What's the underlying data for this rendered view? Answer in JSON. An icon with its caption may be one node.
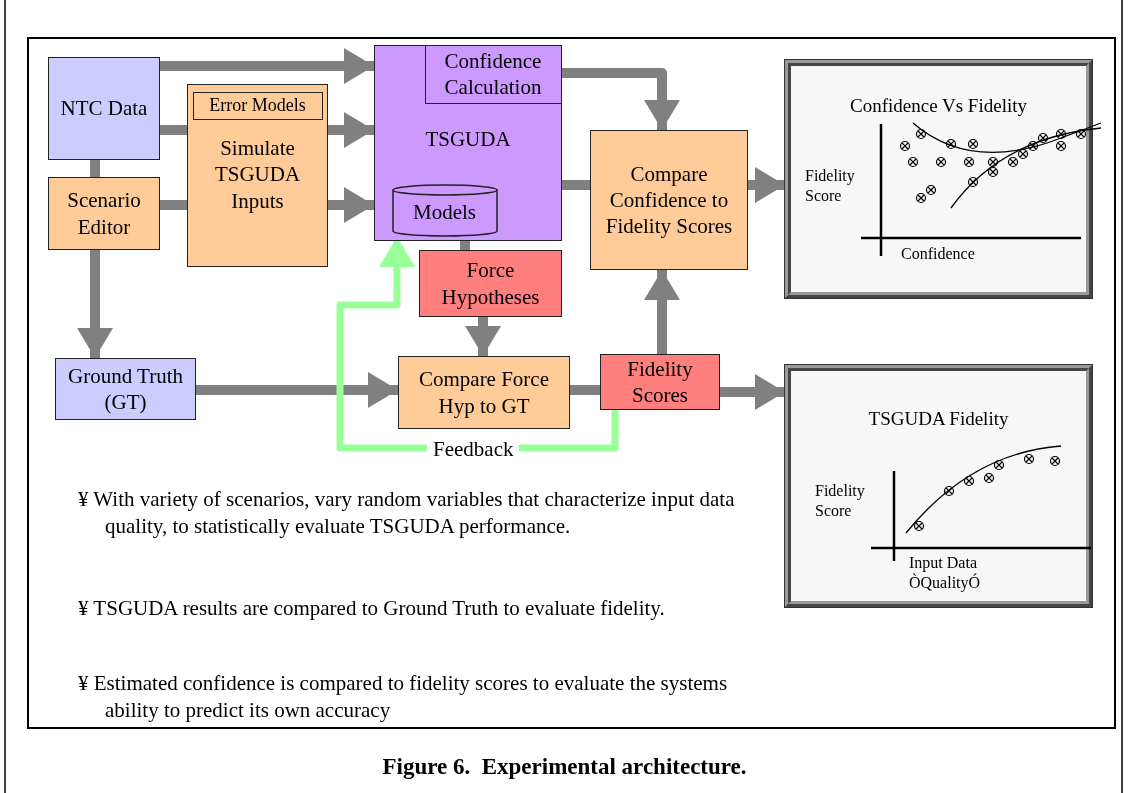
{
  "diagram": {
    "caption": "Figure 6.  Experimental architecture.",
    "nodes": [
      {
        "text": [
          "NTC Data"
        ]
      },
      {
        "text": [
          "Scenario Editor"
        ]
      },
      {
        "text": [
          "Simulate TSGUDA Inputs"
        ]
      },
      {
        "text": [
          "Error Models"
        ],
        "in": 2
      },
      {
        "text": [
          "TSGUDA"
        ]
      },
      {
        "text": [
          "Confidence Calculation"
        ],
        "in": 4
      },
      {
        "text": [
          "Models"
        ],
        "in": 4
      },
      {
        "text": [
          "Force Hypotheses"
        ]
      },
      {
        "text": [
          "Compare Confidence to Fidelity Scores"
        ]
      },
      {
        "text": [
          "Ground Truth (GT)"
        ]
      },
      {
        "text": [
          "Compare Force Hyp to GT"
        ]
      },
      {
        "text": [
          "Fidelity Scores"
        ]
      },
      {
        "text": [
          "Confidence Vs Fidelity",
          "Fidelity Score",
          "Confidence"
        ]
      },
      {
        "text": [
          "TSGUDA Fidelity",
          "Fidelity Score",
          "Input Data ÒQualityÓ"
        ]
      }
    ],
    "edges": [
      {
        "from": 0,
        "to": 4,
        "arrow": "to"
      },
      {
        "from": 0,
        "to": 2,
        "arrow": "none"
      },
      {
        "from": 2,
        "to": 4,
        "arrow": "to"
      },
      {
        "from": 1,
        "to": 2,
        "arrow": "none"
      },
      {
        "from": 2,
        "to": 4,
        "arrow": "to"
      },
      {
        "from": 0,
        "to": 1,
        "arrow": "none"
      },
      {
        "from": 1,
        "to": 9,
        "arrow": "to"
      },
      {
        "from": 5,
        "to": 8,
        "arrow": "to"
      },
      {
        "from": 4,
        "to": 8,
        "arrow": "none"
      },
      {
        "from": 4,
        "to": 7,
        "arrow": "none"
      },
      {
        "from": 7,
        "to": 10,
        "arrow": "to"
      },
      {
        "from": 8,
        "to": 12,
        "arrow": "to"
      },
      {
        "from": 9,
        "to": 10,
        "arrow": "to"
      },
      {
        "from": 10,
        "to": 11,
        "arrow": "none"
      },
      {
        "from": 11,
        "to": 8,
        "arrow": "to"
      },
      {
        "from": 11,
        "to": 13,
        "arrow": "to"
      },
      {
        "from": 11,
        "to": 6,
        "arrow": "to",
        "label": "Feedback",
        "color": "#99ff99"
      }
    ],
    "labels": [
      "¥ With variety of scenarios, vary random variables that characterize input data quality, to statistically evaluate TSGUDA performance.",
      "¥ TSGUDA results are compared to Ground Truth to evaluate fidelity.",
      "¥ Estimated confidence is compared to fidelity scores to evaluate the systems ability to predict its own accuracy"
    ]
  }
}
